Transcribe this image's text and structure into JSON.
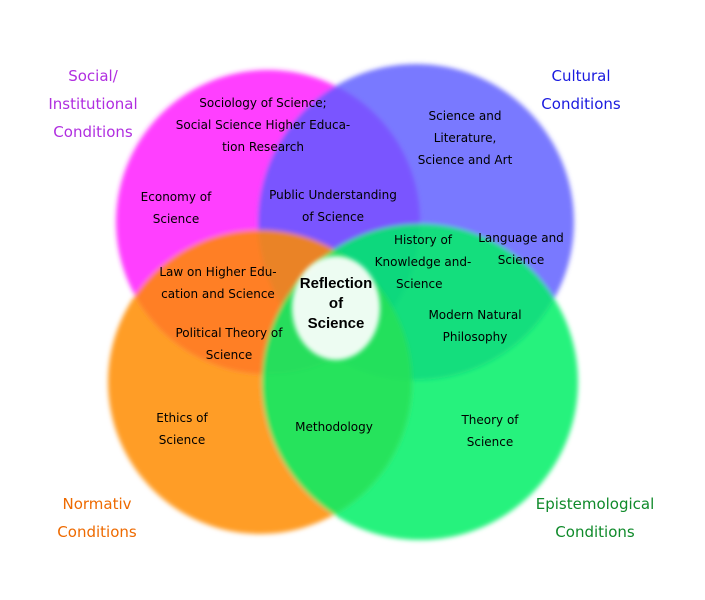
{
  "colors": {
    "social": "#ff22ff",
    "cultural": "#5b5bff",
    "normativ": "#ff8c00",
    "epistemological": "#00f066",
    "social_text": "#b02ee0",
    "cultural_text": "#1a1adf",
    "normativ_text": "#ee6a00",
    "epistemological_text": "#0f8a2a"
  },
  "corners": {
    "social": [
      "Social/",
      "Institutional",
      "Conditions"
    ],
    "cultural": [
      "Cultural",
      "Conditions"
    ],
    "normativ": [
      "Normativ",
      "Conditions"
    ],
    "epistemological": [
      "Epistemological",
      "Conditions"
    ]
  },
  "center": [
    "Reflection",
    "of",
    "Science"
  ],
  "regions": {
    "sociology": [
      "Sociology of Science;",
      "Social Science Higher Educa-",
      "tion Research"
    ],
    "literature": [
      "Science and",
      "Literature,",
      "Science and Art"
    ],
    "economy": [
      "Economy of",
      "Science"
    ],
    "public_understanding": [
      "Public Understanding",
      "of Science"
    ],
    "history": [
      "History of",
      "Knowledge and-",
      "Science"
    ],
    "language": [
      "Language and",
      "Science"
    ],
    "law": [
      "Law on Higher Edu-",
      "cation and Science"
    ],
    "modern_philosophy": [
      "Modern Natural",
      "Philosophy"
    ],
    "political_theory": [
      "Political Theory of",
      "Science"
    ],
    "ethics": [
      "Ethics of",
      "Science"
    ],
    "methodology": [
      "Methodology"
    ],
    "theory": [
      "Theory of",
      "Science"
    ]
  }
}
